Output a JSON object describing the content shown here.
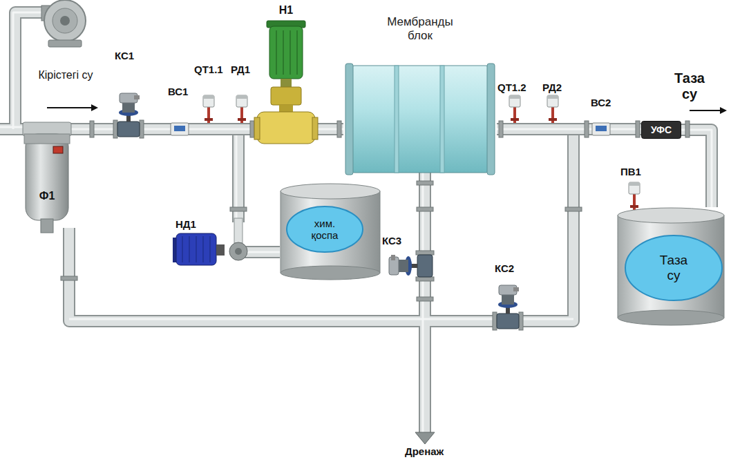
{
  "diagram": {
    "nodes": [
      {
        "text": [
          "Ф1"
        ]
      },
      {
        "text": [
          "Н1"
        ]
      },
      {
        "text": [
          "Мембранды блок"
        ]
      },
      {
        "text": [
          "УФС"
        ]
      },
      {
        "text": [
          "Таза су"
        ]
      },
      {
        "text": [
          "НД1"
        ]
      },
      {
        "text": [
          "хим. қоспа"
        ]
      }
    ],
    "edges": [
      {
        "from": 0,
        "to": 1,
        "arrow": "none"
      },
      {
        "from": 1,
        "to": 2,
        "arrow": "none"
      },
      {
        "from": 2,
        "to": 3,
        "arrow": "none"
      },
      {
        "from": 3,
        "to": 4,
        "arrow": "none"
      },
      {
        "from": 5,
        "to": 6,
        "arrow": "none"
      }
    ],
    "labels": [
      "Кірістегі су",
      "КС1",
      "ВС1",
      "QT1.1",
      "РД1",
      "Таза су",
      "QT1.2",
      "РД2",
      "ВС2",
      "ПВ1",
      "КС3",
      "КС2",
      "Дренаж"
    ]
  }
}
